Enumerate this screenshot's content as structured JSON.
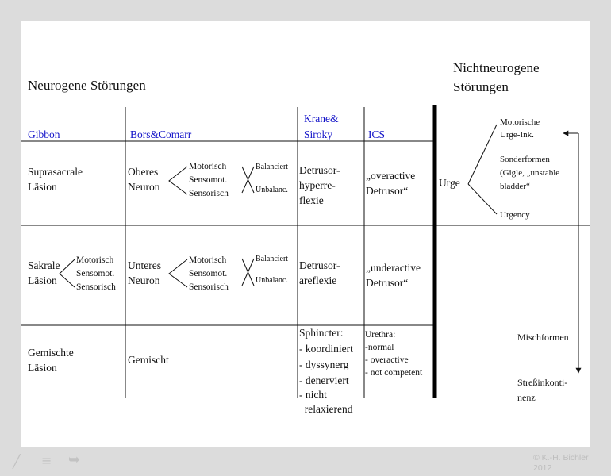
{
  "titles": {
    "neurogen": "Neurogene Störungen",
    "nichtneurogen_1": "Nichtneurogene",
    "nichtneurogen_2": "Störungen"
  },
  "headers": {
    "gibbon": "Gibbon",
    "bors": "Bors&Comarr",
    "krane_1": "Krane&",
    "krane_2": "Siroky",
    "ics": "ICS"
  },
  "row1": {
    "col1": [
      "Suprasacrale",
      "Läsion"
    ],
    "col2": [
      "Oberes",
      "Neuron"
    ],
    "branches": [
      "Motorisch",
      "Sensomot.",
      "Sensorisch"
    ],
    "balance": [
      "Balanciert",
      "Unbalanc."
    ],
    "col3": [
      "Detrusor-",
      "hyperre-",
      "flexie"
    ],
    "col4": [
      "„overactive",
      "Detrusor“"
    ]
  },
  "row2": {
    "col1": [
      "Sakrale",
      "Läsion"
    ],
    "col1_branches": [
      "Motorisch",
      "Sensomot.",
      "Sensorisch"
    ],
    "col2": [
      "Unteres",
      "Neuron"
    ],
    "branches": [
      "Motorisch",
      "Sensomot.",
      "Sensorisch"
    ],
    "balance": [
      "Balanciert",
      "Unbalanc."
    ],
    "col3": [
      "Detrusor-",
      "areflexie"
    ],
    "col4": [
      "„underactive",
      "Detrusor“"
    ]
  },
  "row3": {
    "col1": [
      "Gemischte",
      "Läsion"
    ],
    "col2": "Gemischt",
    "col3": [
      "Sphincter:",
      "- koordiniert",
      "- dyssynerg",
      "- denerviert",
      "- nicht",
      "  relaxierend"
    ],
    "col4": [
      "Urethra:",
      "-normal",
      "- overactive",
      "- not competent"
    ]
  },
  "right": {
    "urge": "Urge",
    "motorisch": [
      "Motorische",
      "Urge-Ink."
    ],
    "sonder": [
      "Sonderformen",
      "(Gigle, „unstable",
      "bladder“"
    ],
    "urgency": "Urgency",
    "mischformen": "Mischformen",
    "stress": [
      "Streßinkonti-",
      "nenz"
    ]
  },
  "copyright": [
    "© K.-H. Bichler",
    "2012"
  ],
  "colors": {
    "header_blue": "#1010c8",
    "background": "#dcdcdc"
  }
}
